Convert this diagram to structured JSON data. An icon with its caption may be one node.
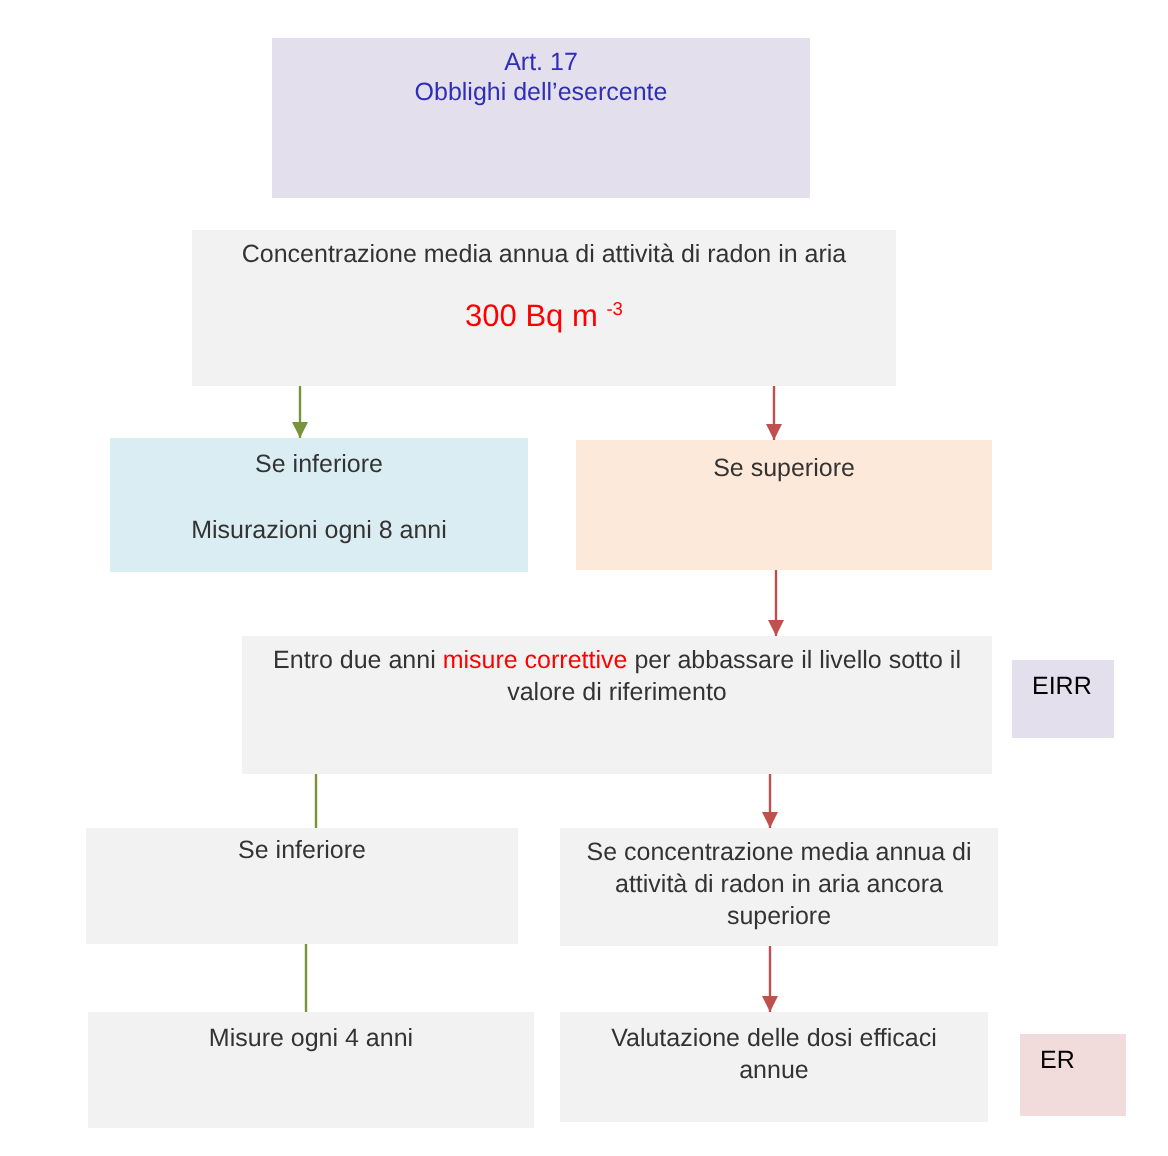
{
  "diagram": {
    "nodes": [
      {
        "text": [
          "Art. 17",
          "Obblighi dell’esercente"
        ]
      },
      {
        "text": [
          "Concentrazione media annua di attività di radon in aria",
          "300 Bq m $^{-3}$"
        ]
      },
      {
        "text": [
          "Se inferiore",
          "Misurazioni ogni 8 anni"
        ]
      },
      {
        "text": [
          "Se superiore"
        ]
      },
      {
        "text": [
          "Entro due anni **misure correttive** per abbassare il livello sotto il valore di riferimento"
        ]
      },
      {
        "text": [
          "EIRR"
        ]
      },
      {
        "text": [
          "Se inferiore"
        ]
      },
      {
        "text": [
          "Se concentrazione media annua di attività di radon in aria ancora superiore"
        ]
      },
      {
        "text": [
          "Misure ogni 4 anni"
        ]
      },
      {
        "text": [
          "Valutazione delle dosi efficaci annue"
        ]
      },
      {
        "text": [
          "ER"
        ]
      }
    ],
    "edges": [
      {
        "from": 1,
        "to": 2,
        "arrow": "to",
        "color": "#77933c"
      },
      {
        "from": 1,
        "to": 3,
        "arrow": "to"
      },
      {
        "from": 3,
        "to": 4,
        "arrow": "to"
      },
      {
        "from": 4,
        "to": 6,
        "arrow": "none",
        "color": "#77933c"
      },
      {
        "from": 4,
        "to": 7,
        "arrow": "to"
      },
      {
        "from": 6,
        "to": 8,
        "arrow": "none",
        "color": "#77933c"
      },
      {
        "from": 7,
        "to": 9,
        "arrow": "to"
      }
    ]
  }
}
